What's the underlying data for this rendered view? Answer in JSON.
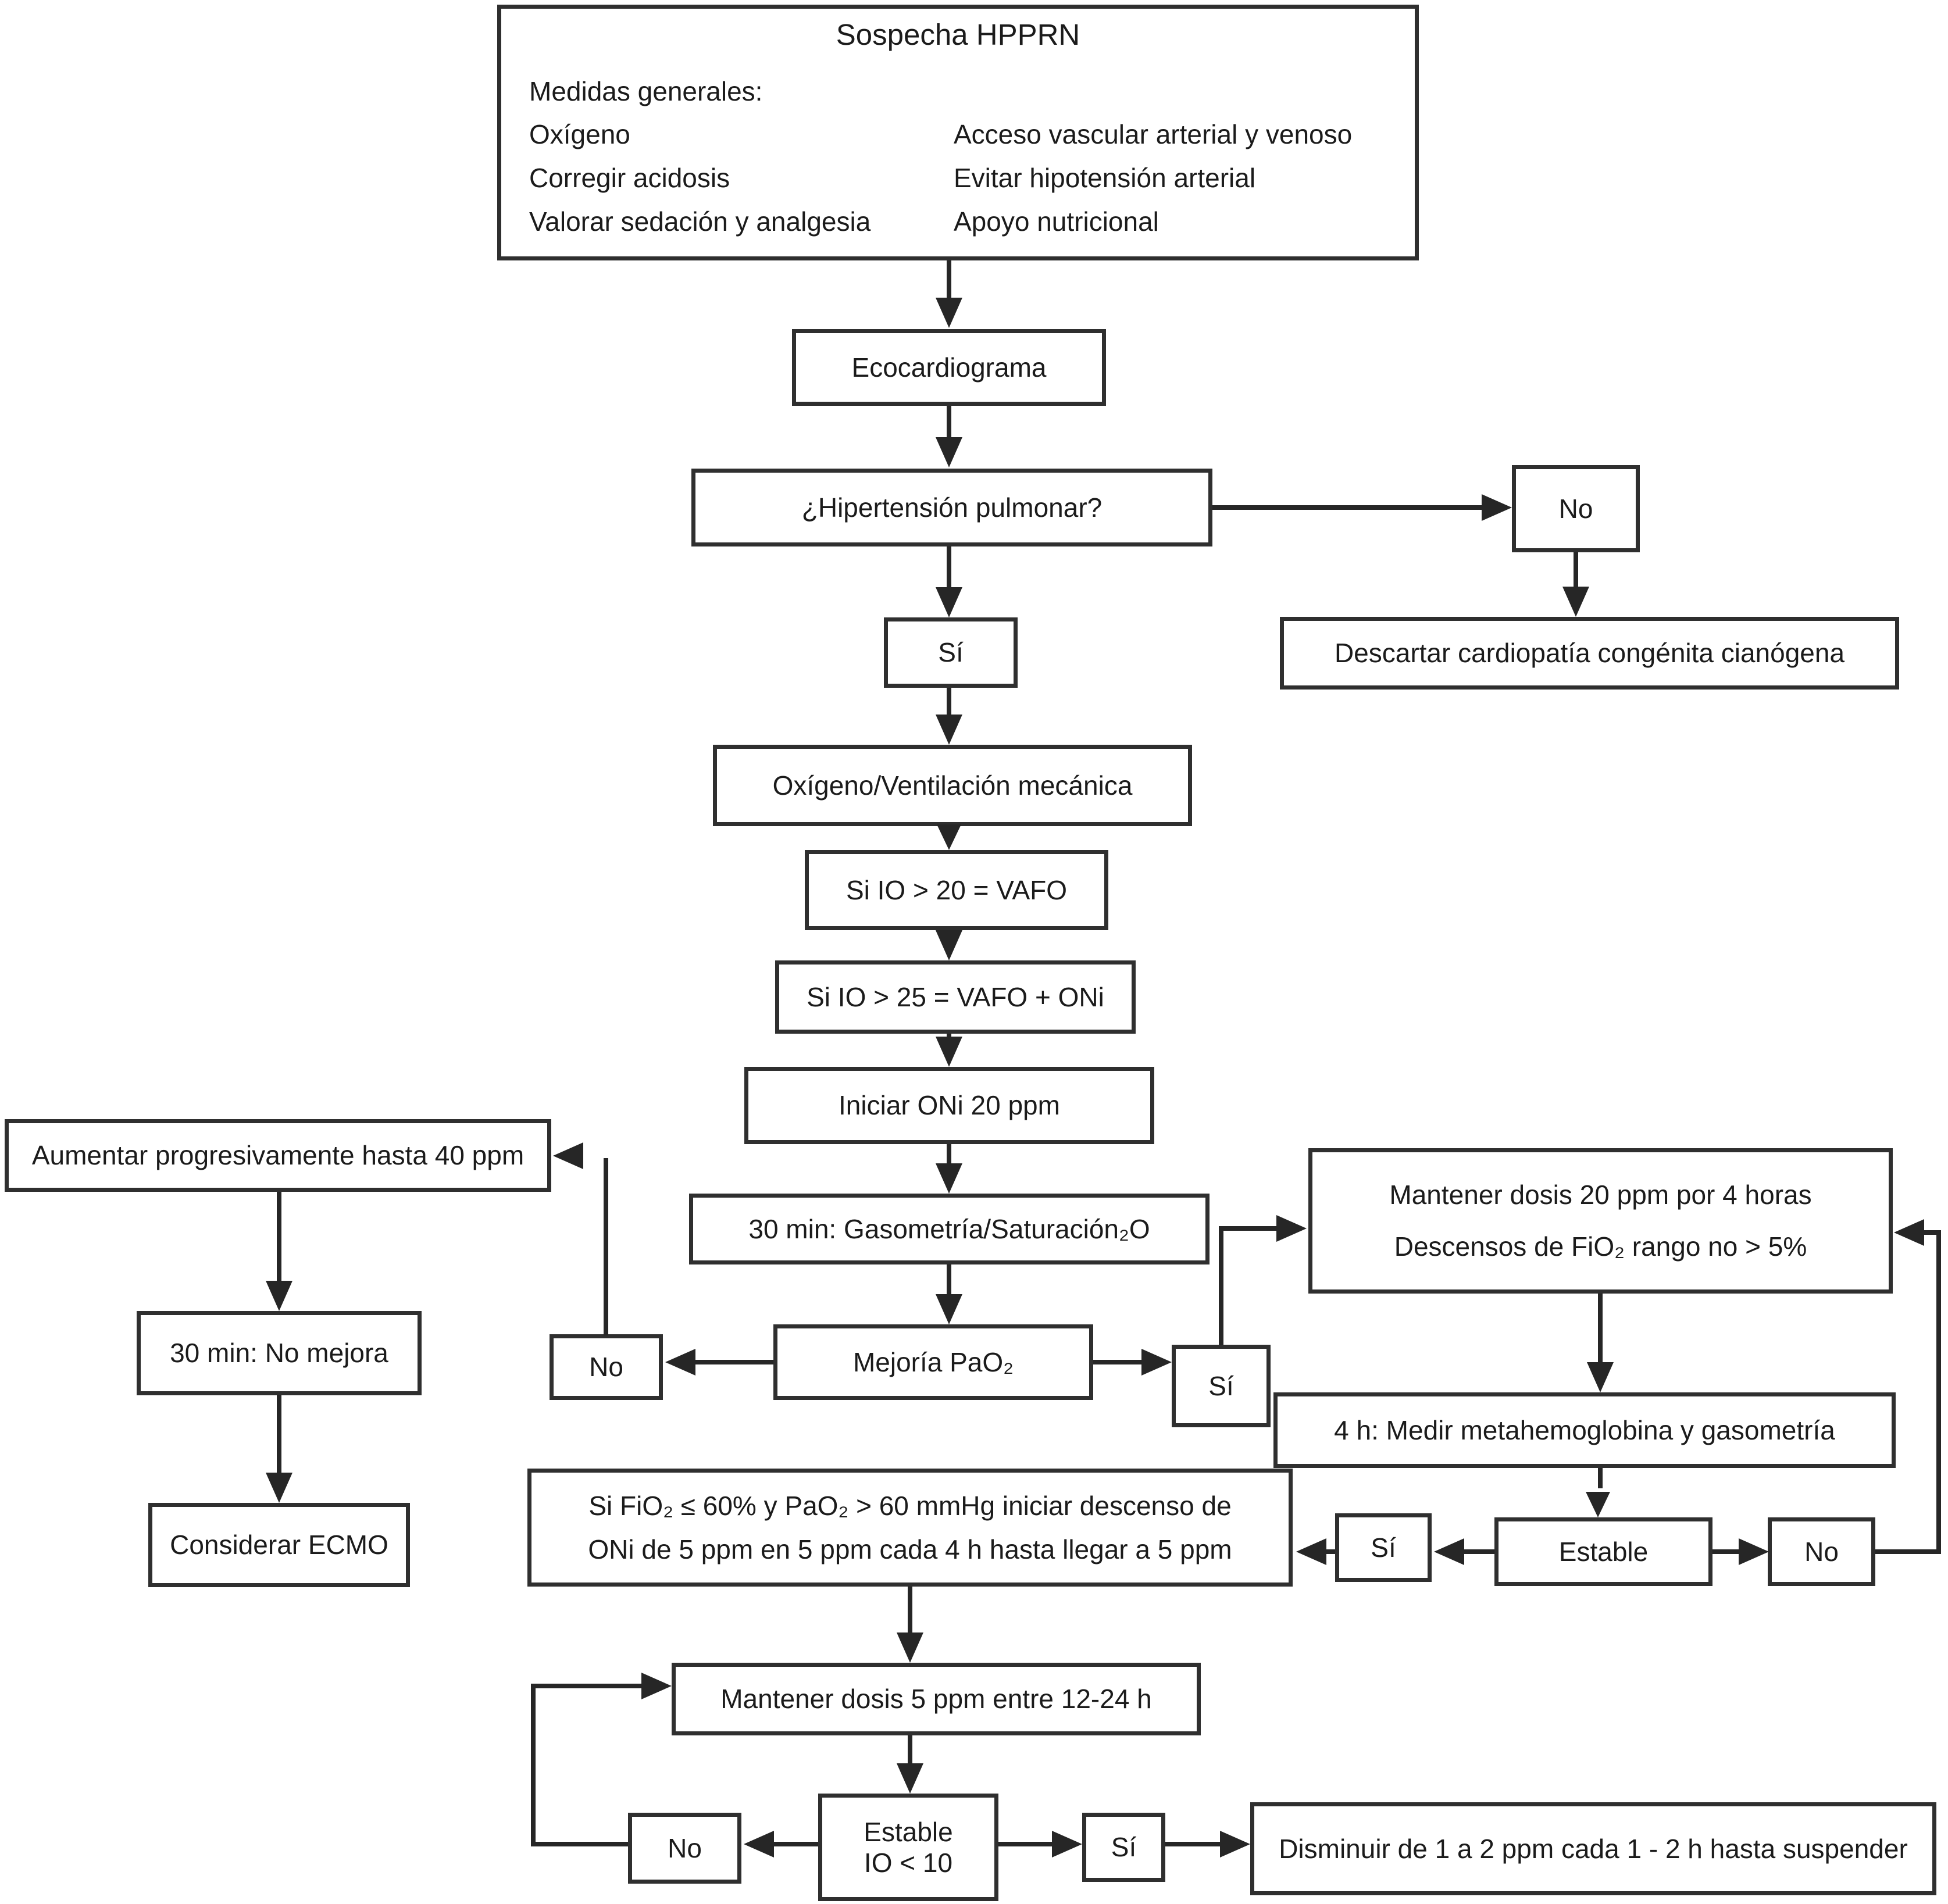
{
  "title_box": {
    "title": "Sospecha HPPRN",
    "subtitle": "Medidas generales:",
    "left_items": [
      "Oxígeno",
      "Corregir acidosis",
      "Valorar sedación y analgesia"
    ],
    "right_items": [
      "Acceso vascular arterial y venoso",
      "Evitar hipotensión arterial",
      "Apoyo nutricional"
    ]
  },
  "nodes": {
    "ecocardiograma": "Ecocardiograma",
    "hipertension": "¿Hipertensión pulmonar?",
    "no_top": "No",
    "descartar": "Descartar cardiopatía congénita cianógena",
    "si_top": "Sí",
    "oxigeno_ventilacion": "Oxígeno/Ventilación mecánica",
    "io_20": "Si IO > 20 = VAFO",
    "io_25": "Si IO > 25 = VAFO + ONi",
    "iniciar_oni": "Iniciar ONi 20 ppm",
    "gasometria": "30 min: Gasometría/Saturación₂O",
    "mejoria_pao2": "Mejoría PaO₂",
    "no_mejoria": "No",
    "si_mejoria": "Sí",
    "mantener20_linea1": "Mantener dosis 20 ppm por 4 horas",
    "mantener20_linea2": "Descensos de FiO₂ rango no > 5%",
    "medir_4h": "4 h: Medir metahemoglobina y gasometría",
    "aumentar": "Aumentar progresivamente hasta 40 ppm",
    "no_mejora_30": "30 min: No mejora",
    "ecmo": "Considerar ECMO",
    "fio2_linea1": "Si FiO₂ ≤ 60% y PaO₂ > 60 mmHg iniciar descenso de",
    "fio2_linea2": "ONi de 5 ppm en 5 ppm cada 4 h hasta llegar a 5 ppm",
    "si_estable": "Sí",
    "estable": "Estable",
    "no_estable": "No",
    "mantener5": "Mantener dosis 5 ppm entre 12-24 h",
    "estable_io_linea1": "Estable",
    "estable_io_linea2": "IO < 10",
    "no_final": "No",
    "si_final": "Sí",
    "disminuir": "Disminuir de 1 a 2 ppm cada 1 - 2 h hasta suspender"
  }
}
